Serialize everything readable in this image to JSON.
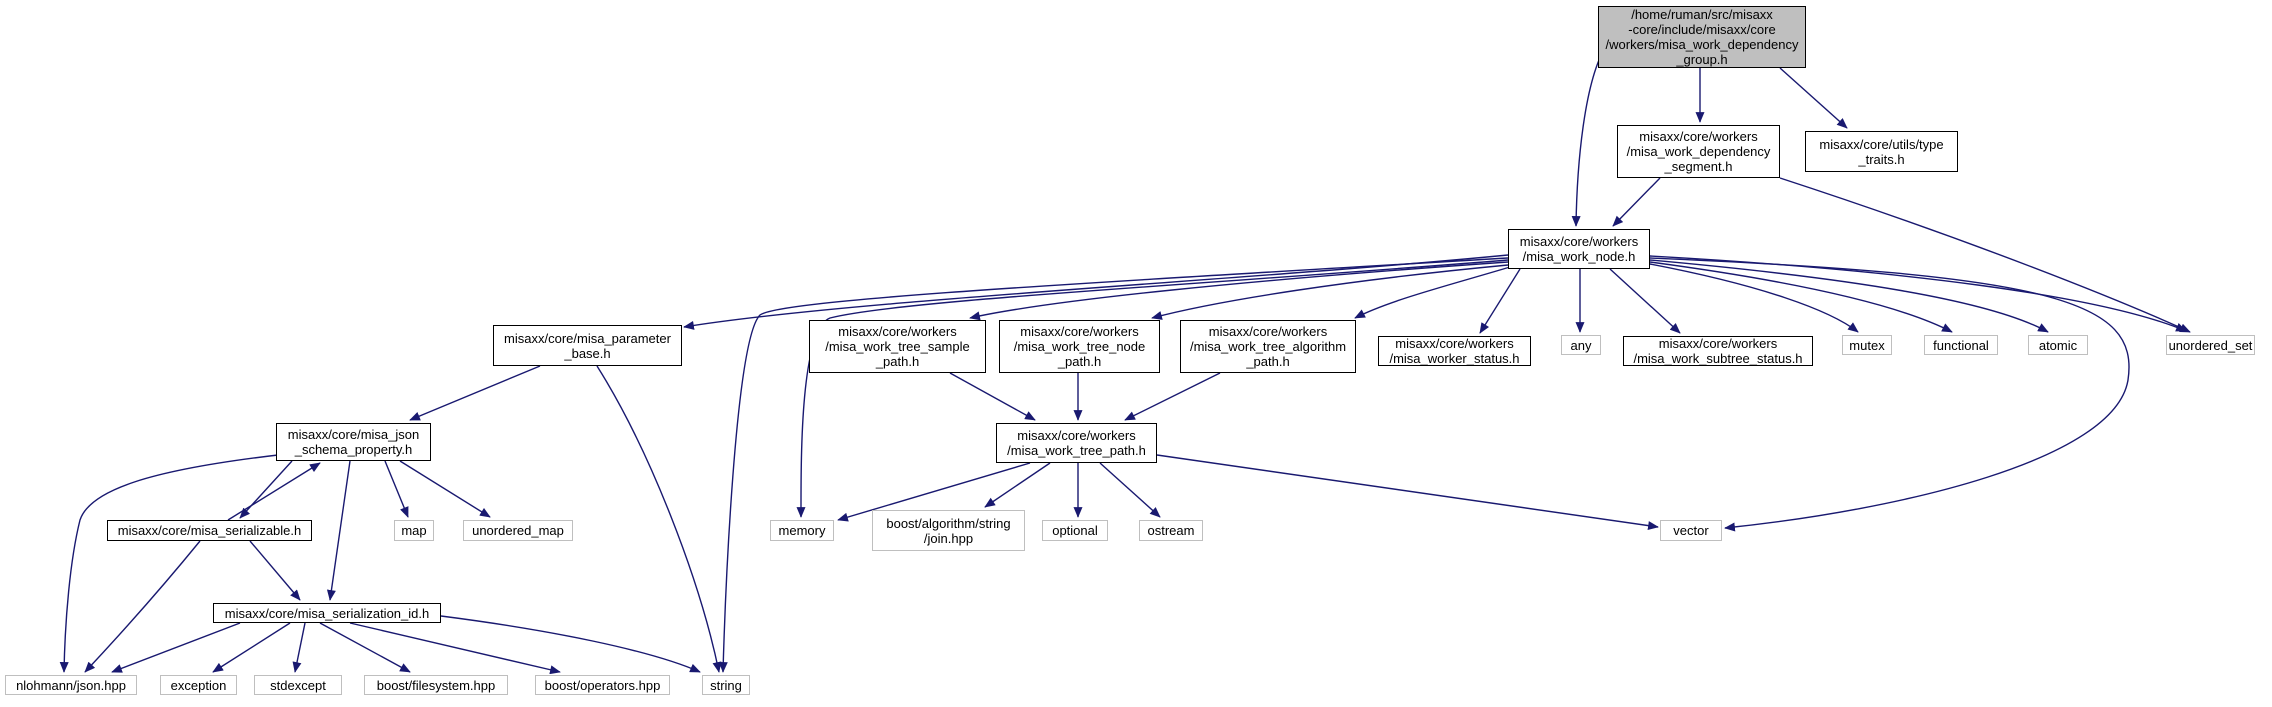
{
  "diagram": {
    "edge_color": "#191970",
    "root_fill": "#bfbfbf",
    "external_border": "#bfbfbf",
    "nodes": [
      {
        "id": "root",
        "kind": "root",
        "lines": [
          "/home/ruman/src/misaxx",
          "-core/include/misaxx/core",
          "/workers/misa_work_dependency",
          "_group.h"
        ]
      },
      {
        "id": "dep_segment",
        "kind": "header",
        "lines": [
          "misaxx/core/workers",
          "/misa_work_dependency",
          "_segment.h"
        ]
      },
      {
        "id": "type_traits",
        "kind": "header",
        "lines": [
          "misaxx/core/utils/type",
          "_traits.h"
        ]
      },
      {
        "id": "work_node",
        "kind": "header",
        "lines": [
          "misaxx/core/workers",
          "/misa_work_node.h"
        ]
      },
      {
        "id": "unordered_set",
        "kind": "external",
        "lines": [
          "unordered_set"
        ]
      },
      {
        "id": "param_base",
        "kind": "header",
        "lines": [
          "misaxx/core/misa_parameter",
          "_base.h"
        ]
      },
      {
        "id": "sample_path",
        "kind": "header",
        "lines": [
          "misaxx/core/workers",
          "/misa_work_tree_sample",
          "_path.h"
        ]
      },
      {
        "id": "node_path",
        "kind": "header",
        "lines": [
          "misaxx/core/workers",
          "/misa_work_tree_node",
          "_path.h"
        ]
      },
      {
        "id": "algo_path",
        "kind": "header",
        "lines": [
          "misaxx/core/workers",
          "/misa_work_tree_algorithm",
          "_path.h"
        ]
      },
      {
        "id": "worker_status",
        "kind": "header",
        "lines": [
          "misaxx/core/workers",
          "/misa_worker_status.h"
        ]
      },
      {
        "id": "any",
        "kind": "external",
        "lines": [
          "any"
        ]
      },
      {
        "id": "subtree_status",
        "kind": "header",
        "lines": [
          "misaxx/core/workers",
          "/misa_work_subtree_status.h"
        ]
      },
      {
        "id": "mutex",
        "kind": "external",
        "lines": [
          "mutex"
        ]
      },
      {
        "id": "functional",
        "kind": "external",
        "lines": [
          "functional"
        ]
      },
      {
        "id": "atomic",
        "kind": "external",
        "lines": [
          "atomic"
        ]
      },
      {
        "id": "json_schema",
        "kind": "header",
        "lines": [
          "misaxx/core/misa_json",
          "_schema_property.h"
        ]
      },
      {
        "id": "tree_path",
        "kind": "header",
        "lines": [
          "misaxx/core/workers",
          "/misa_work_tree_path.h"
        ]
      },
      {
        "id": "serializable",
        "kind": "header",
        "lines": [
          "misaxx/core/misa_serializable.h"
        ]
      },
      {
        "id": "map",
        "kind": "external",
        "lines": [
          "map"
        ]
      },
      {
        "id": "unordered_map",
        "kind": "external",
        "lines": [
          "unordered_map"
        ]
      },
      {
        "id": "memory",
        "kind": "external",
        "lines": [
          "memory"
        ]
      },
      {
        "id": "boost_join",
        "kind": "external",
        "lines": [
          "boost/algorithm/string",
          "/join.hpp"
        ]
      },
      {
        "id": "optional",
        "kind": "external",
        "lines": [
          "optional"
        ]
      },
      {
        "id": "ostream",
        "kind": "external",
        "lines": [
          "ostream"
        ]
      },
      {
        "id": "vector",
        "kind": "external",
        "lines": [
          "vector"
        ]
      },
      {
        "id": "serialization_id",
        "kind": "header",
        "lines": [
          "misaxx/core/misa_serialization_id.h"
        ]
      },
      {
        "id": "nlohmann",
        "kind": "external",
        "lines": [
          "nlohmann/json.hpp"
        ]
      },
      {
        "id": "exception",
        "kind": "external",
        "lines": [
          "exception"
        ]
      },
      {
        "id": "stdexcept",
        "kind": "external",
        "lines": [
          "stdexcept"
        ]
      },
      {
        "id": "boost_fs",
        "kind": "external",
        "lines": [
          "boost/filesystem.hpp"
        ]
      },
      {
        "id": "boost_ops",
        "kind": "external",
        "lines": [
          "boost/operators.hpp"
        ]
      },
      {
        "id": "string",
        "kind": "external",
        "lines": [
          "string"
        ]
      }
    ],
    "edges": [
      [
        "root",
        "work_node"
      ],
      [
        "root",
        "dep_segment"
      ],
      [
        "root",
        "type_traits"
      ],
      [
        "dep_segment",
        "work_node"
      ],
      [
        "dep_segment",
        "unordered_set"
      ],
      [
        "work_node",
        "param_base"
      ],
      [
        "work_node",
        "string"
      ],
      [
        "work_node",
        "memory"
      ],
      [
        "work_node",
        "sample_path"
      ],
      [
        "work_node",
        "node_path"
      ],
      [
        "work_node",
        "algo_path"
      ],
      [
        "work_node",
        "worker_status"
      ],
      [
        "work_node",
        "any"
      ],
      [
        "work_node",
        "subtree_status"
      ],
      [
        "work_node",
        "mutex"
      ],
      [
        "work_node",
        "functional"
      ],
      [
        "work_node",
        "atomic"
      ],
      [
        "work_node",
        "unordered_set"
      ],
      [
        "work_node",
        "vector"
      ],
      [
        "param_base",
        "json_schema"
      ],
      [
        "param_base",
        "string"
      ],
      [
        "json_schema",
        "serializable"
      ],
      [
        "serializable",
        "json_schema"
      ],
      [
        "json_schema",
        "map"
      ],
      [
        "json_schema",
        "unordered_map"
      ],
      [
        "json_schema",
        "serialization_id"
      ],
      [
        "json_schema",
        "nlohmann"
      ],
      [
        "serializable",
        "serialization_id"
      ],
      [
        "serializable",
        "nlohmann"
      ],
      [
        "serialization_id",
        "nlohmann"
      ],
      [
        "serialization_id",
        "exception"
      ],
      [
        "serialization_id",
        "stdexcept"
      ],
      [
        "serialization_id",
        "boost_fs"
      ],
      [
        "serialization_id",
        "boost_ops"
      ],
      [
        "serialization_id",
        "string"
      ],
      [
        "sample_path",
        "tree_path"
      ],
      [
        "node_path",
        "tree_path"
      ],
      [
        "algo_path",
        "tree_path"
      ],
      [
        "tree_path",
        "memory"
      ],
      [
        "tree_path",
        "boost_join"
      ],
      [
        "tree_path",
        "optional"
      ],
      [
        "tree_path",
        "ostream"
      ],
      [
        "tree_path",
        "vector"
      ]
    ]
  }
}
